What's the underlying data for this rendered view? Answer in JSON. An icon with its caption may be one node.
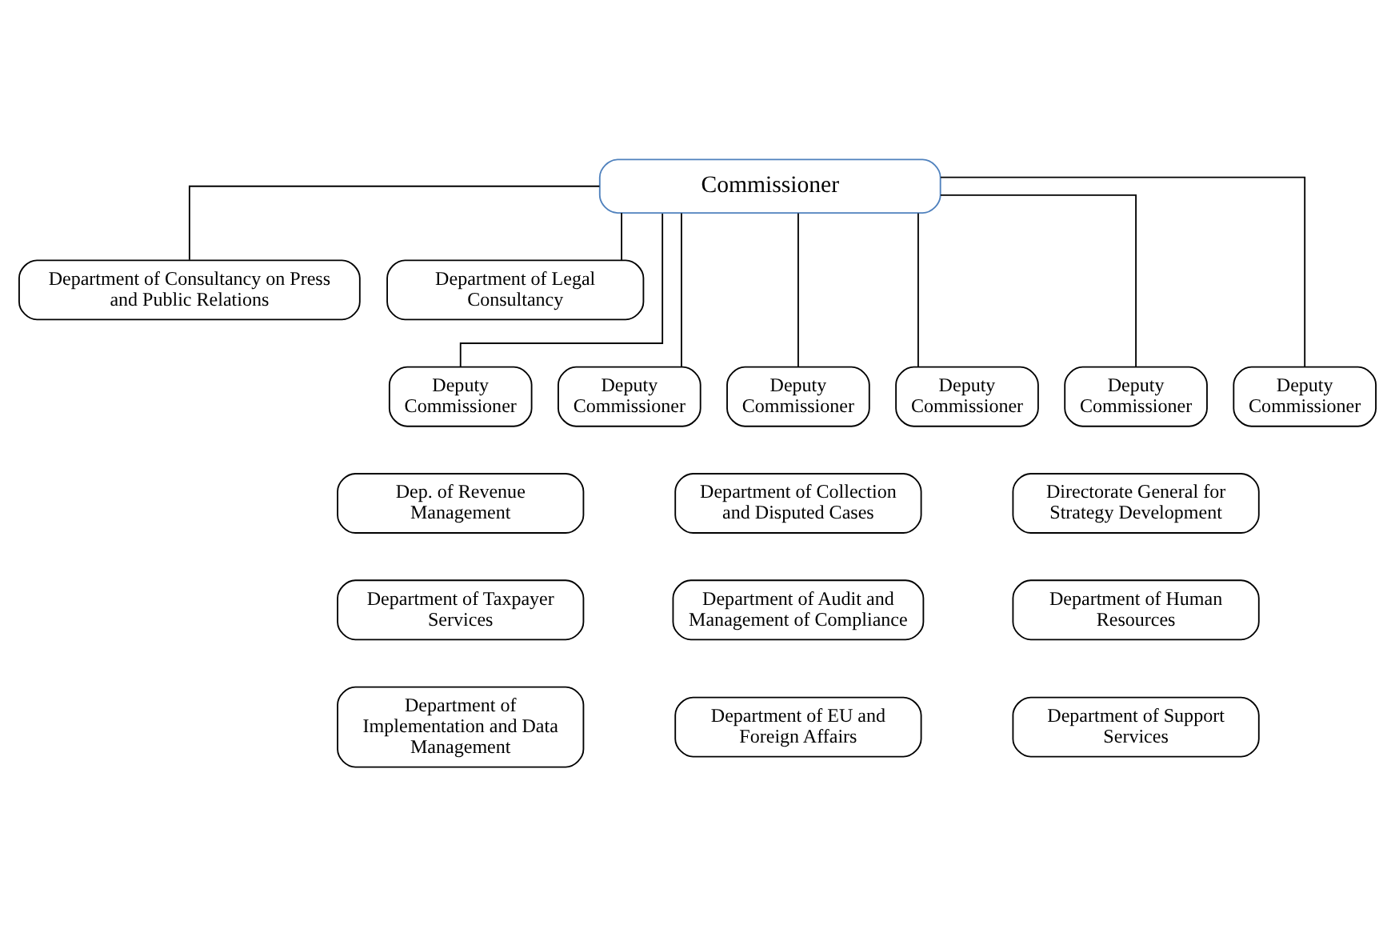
{
  "diagram": {
    "nodes": [
      {
        "text": [
          "Commissioner"
        ]
      },
      {
        "text": [
          "Department of Consultancy on Press and Public Relations"
        ]
      },
      {
        "text": [
          "Department of Legal Consultancy"
        ]
      },
      {
        "text": [
          "Deputy Commissioner"
        ]
      },
      {
        "text": [
          "Deputy Commissioner"
        ]
      },
      {
        "text": [
          "Deputy Commissioner"
        ]
      },
      {
        "text": [
          "Deputy Commissioner"
        ]
      },
      {
        "text": [
          "Deputy Commissioner"
        ]
      },
      {
        "text": [
          "Deputy Commissioner"
        ]
      },
      {
        "text": [
          "Dep. of Revenue Management"
        ]
      },
      {
        "text": [
          "Department of Collection and Disputed Cases"
        ]
      },
      {
        "text": [
          "Directorate General for Strategy Development"
        ]
      },
      {
        "text": [
          "Department of Taxpayer Services"
        ]
      },
      {
        "text": [
          "Department of Audit and Management of Compliance"
        ]
      },
      {
        "text": [
          "Department of Human Resources"
        ]
      },
      {
        "text": [
          "Department of Implementation and Data Management"
        ]
      },
      {
        "text": [
          "Department of EU and Foreign Affairs"
        ]
      },
      {
        "text": [
          "Department of Support Services"
        ]
      }
    ],
    "edges": [
      {
        "from": 0,
        "to": 1,
        "arrow": "none"
      },
      {
        "from": 0,
        "to": 2,
        "arrow": "none"
      },
      {
        "from": 0,
        "to": 3,
        "arrow": "none"
      },
      {
        "from": 0,
        "to": 4,
        "arrow": "none"
      },
      {
        "from": 0,
        "to": 5,
        "arrow": "none"
      },
      {
        "from": 0,
        "to": 6,
        "arrow": "none"
      },
      {
        "from": 0,
        "to": 7,
        "arrow": "none"
      },
      {
        "from": 0,
        "to": 8,
        "arrow": "none"
      }
    ]
  }
}
